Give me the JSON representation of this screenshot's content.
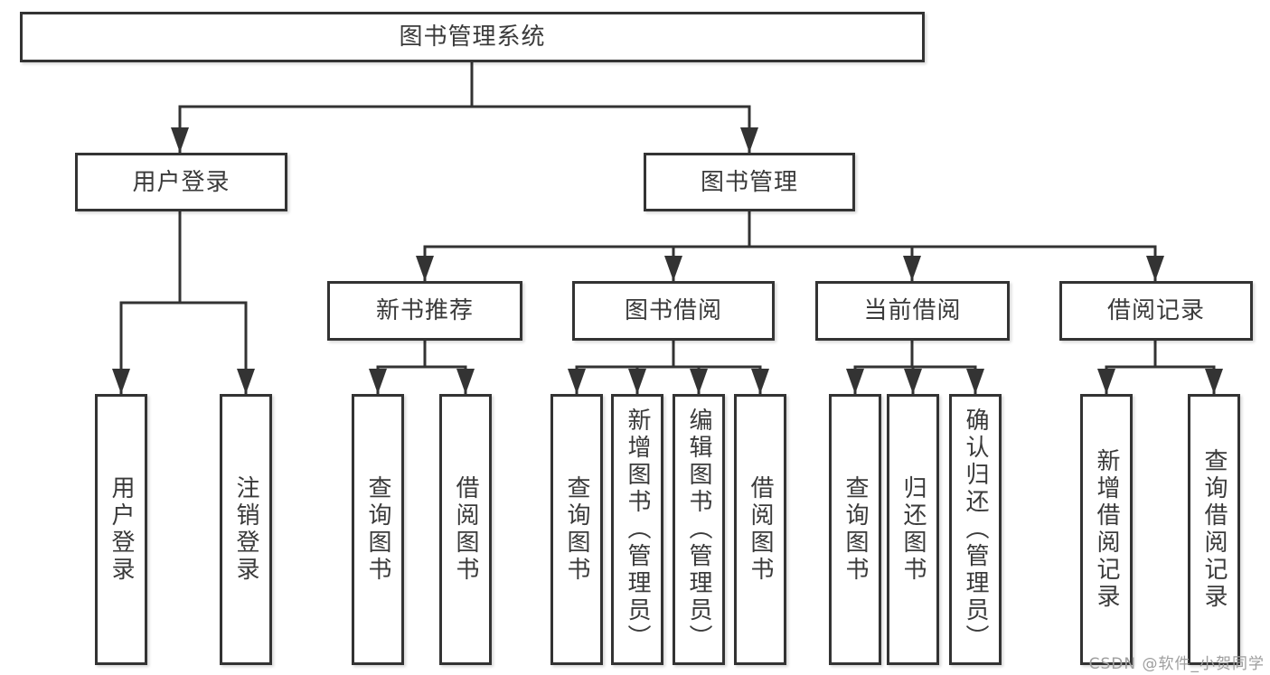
{
  "colors": {
    "line": "#333333",
    "box_border": "#333333",
    "box_fill": "#ffffff",
    "text": "#3a3a3a",
    "watermark": "#9e9e9e",
    "background": "#ffffff"
  },
  "watermark": "CSDN @软件_小贺同学",
  "tree": {
    "root": {
      "label": "图书管理系统",
      "children": [
        {
          "label": "用户登录",
          "children": [
            {
              "label": "用户登录"
            },
            {
              "label": "注销登录"
            }
          ]
        },
        {
          "label": "图书管理",
          "children": [
            {
              "label": "新书推荐",
              "children": [
                {
                  "label": "查询图书"
                },
                {
                  "label": "借阅图书"
                }
              ]
            },
            {
              "label": "图书借阅",
              "children": [
                {
                  "label": "查询图书"
                },
                {
                  "label": "新增图书（管理员）"
                },
                {
                  "label": "编辑图书（管理员）"
                },
                {
                  "label": "借阅图书"
                }
              ]
            },
            {
              "label": "当前借阅",
              "children": [
                {
                  "label": "查询图书"
                },
                {
                  "label": "归还图书"
                },
                {
                  "label": "确认归还（管理员）"
                }
              ]
            },
            {
              "label": "借阅记录",
              "children": [
                {
                  "label": "新增借阅记录"
                },
                {
                  "label": "查询借阅记录"
                }
              ]
            }
          ]
        }
      ]
    }
  }
}
